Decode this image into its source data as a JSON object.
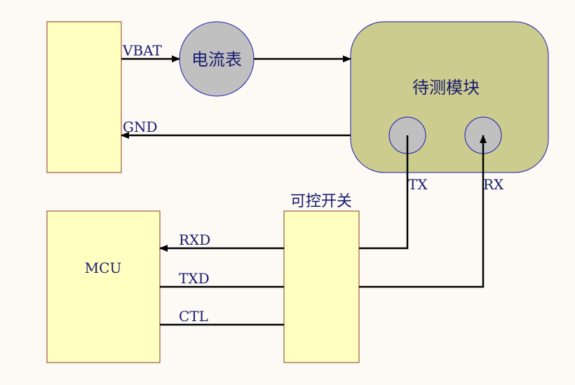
{
  "diagram": {
    "ammeter_label": "电流表",
    "module_label": "待测模块",
    "switch_label": "可控开关",
    "mcu_label": "MCU",
    "vbat_label": "VBAT",
    "gnd_label": "GND",
    "tx_label": "TX",
    "rx_label": "RX",
    "rxd_label": "RXD",
    "txd_label": "TXD",
    "ctl_label": "CTL"
  },
  "colors": {
    "block_fill": "#ffffc0",
    "block_stroke": "#8b3a1a",
    "module_fill": "#cccc8f",
    "module_stroke": "#1a1aaa",
    "circle_fill": "#c0c0c0",
    "text": "#1a1a6e",
    "line": "#000000"
  }
}
